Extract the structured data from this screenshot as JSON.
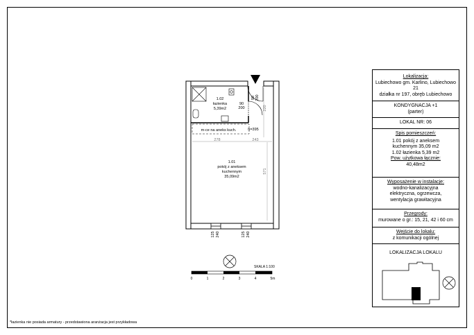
{
  "info": {
    "location_title": "Lokalizacja:",
    "location_line1": "Lubiechowo gm. Karlino, Lubiechowo 21",
    "location_line2": "działka nr 197, obręb Lubiechowo",
    "storey_title": "KONDYGNACJA +1",
    "storey_sub": "(parter)",
    "unit_no": "LOKAL NR: 06",
    "rooms_title": "Spis pomieszczeń:",
    "room1_a": "1.01 pokój z aneksem",
    "room1_b": "kuchennym 35,09 m2",
    "room2": "1.02 łazienka 5,39 m2",
    "area_title": "Pow. użytkowa łącznie:",
    "area_value": "40,48m2",
    "install_title": "Wyposażenie w instalacje:",
    "install_1": "wodno-kanalizacyjna",
    "install_2": "elektryczna, ogrzewcza,",
    "install_3": "wentylacja grawitacyjna",
    "walls_title": "Przegrody:",
    "walls_value": "murowane o gr.: 15, 21, 42 i 60 cm",
    "entry_title": "Wejście do lokalu:",
    "entry_value": "z komunikacji ogólnej",
    "locmap_title": "LOKALIZACJA LOKALU"
  },
  "plan": {
    "bath_no": "1.02",
    "bath_name": "łazienka",
    "bath_area": "5,39m2",
    "door_w": "90",
    "door_h": "200",
    "door2_w": "90",
    "door2_h": "200",
    "kitchen_note": "m-ce na aneks kuch.",
    "height": "h=395",
    "dim_278": "278",
    "dim_243": "243",
    "dim_220": "220",
    "dim_571": "571",
    "room_no": "1.01",
    "room_name1": "pokój z aneksem",
    "room_name2": "kuchennym",
    "room_area": "35,09m2",
    "win1_w": "125",
    "win1_h": "240",
    "win2_w": "125",
    "win2_h": "240"
  },
  "scale": {
    "label": "SKALA 1:100",
    "ticks": [
      "0",
      "1",
      "2",
      "3",
      "4",
      "5m"
    ]
  },
  "footnote": "*łazienka nie posiada armatury - przedstawiona aranżacja jest przykładowa"
}
